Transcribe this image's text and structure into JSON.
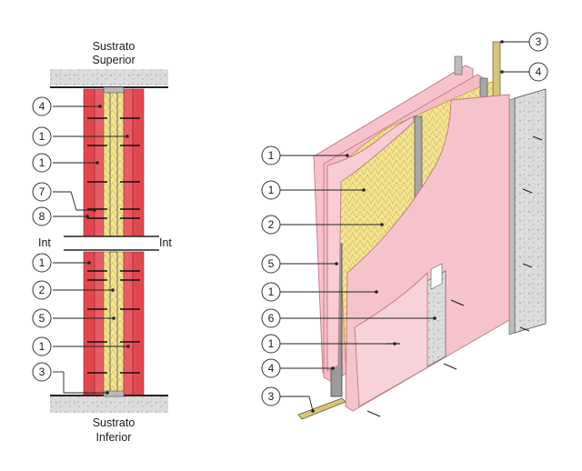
{
  "section_view": {
    "top_label_line1": "Sustrato",
    "top_label_line2": "Superior",
    "bottom_label_line1": "Sustrato",
    "bottom_label_line2": "Inferior",
    "int_left": "Int",
    "int_right": "Int",
    "callouts": [
      "4",
      "1",
      "1",
      "7",
      "8",
      "1",
      "2",
      "5",
      "1",
      "3"
    ]
  },
  "iso_view": {
    "callouts_left": [
      "1",
      "1",
      "2",
      "5",
      "1",
      "6",
      "1",
      "4",
      "3"
    ],
    "callouts_right": [
      "3",
      "4"
    ]
  },
  "colors": {
    "board_red": "#e2474f",
    "board_dark": "#b83a40",
    "panel_pink": "#f6c3cc",
    "panel_edge": "#d98a96",
    "insulation": "#f1e08a",
    "stud_grey": "#9a9a9a",
    "track_tan": "#d8c47a",
    "substrate": "#d9d9d9"
  }
}
